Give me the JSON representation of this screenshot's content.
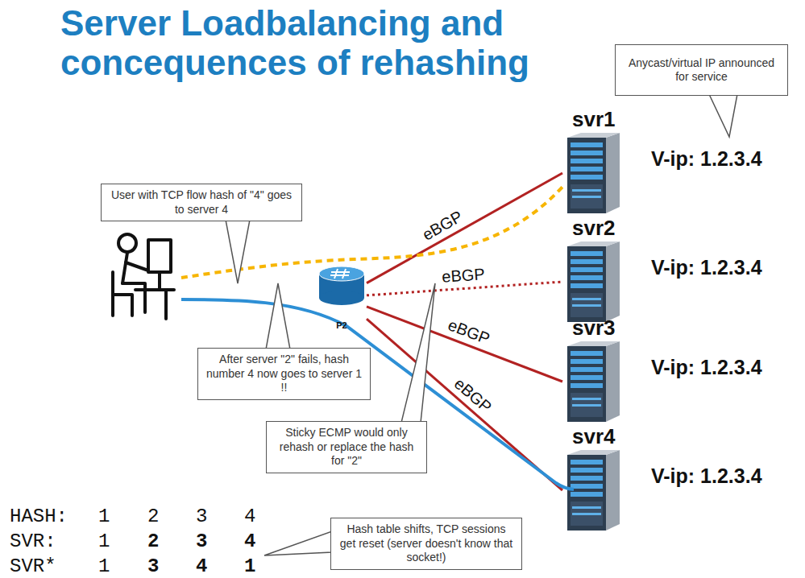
{
  "diagram": {
    "title": "Server Loadbalancing and concequences of rehashing",
    "nodes": [
      {
        "text": [
          "Anycast/virtual IP announced for service"
        ]
      },
      {
        "text": [
          "svr1",
          "V-ip: 1.2.3.4"
        ]
      },
      {
        "text": [
          "User with TCP flow hash of \"4\" goes to server 4"
        ]
      },
      {
        "text": [
          "svr2",
          "V-ip: 1.2.3.4"
        ]
      },
      {
        "text": [
          "P2"
        ]
      },
      {
        "text": [
          "svr3",
          "V-ip: 1.2.3.4"
        ]
      },
      {
        "text": [
          "After server \"2\" fails, hash number 4 now goes to server 1 !!"
        ]
      },
      {
        "text": [
          "Sticky ECMP would only rehash or replace the hash for \"2\""
        ]
      },
      {
        "text": [
          "svr4",
          "V-ip: 1.2.3.4"
        ]
      },
      {
        "text": [
          "Hash table shifts, TCP sessions get reset (server doesn't know that socket!)"
        ]
      }
    ],
    "edges": [
      {
        "from": 4,
        "to": 1,
        "arrow": "none",
        "label": "eBGP"
      },
      {
        "from": 4,
        "to": 3,
        "arrow": "none",
        "label": "eBGP"
      },
      {
        "from": 4,
        "to": 5,
        "arrow": "none",
        "label": "eBGP"
      },
      {
        "from": 4,
        "to": 8,
        "arrow": "none",
        "label": "eBGP"
      }
    ],
    "labels": [
      "HASH:",
      "1",
      "2",
      "3",
      "4",
      "SVR:",
      "1",
      "2",
      "3",
      "4",
      "SVR*",
      "1",
      "3",
      "4",
      "1"
    ]
  }
}
